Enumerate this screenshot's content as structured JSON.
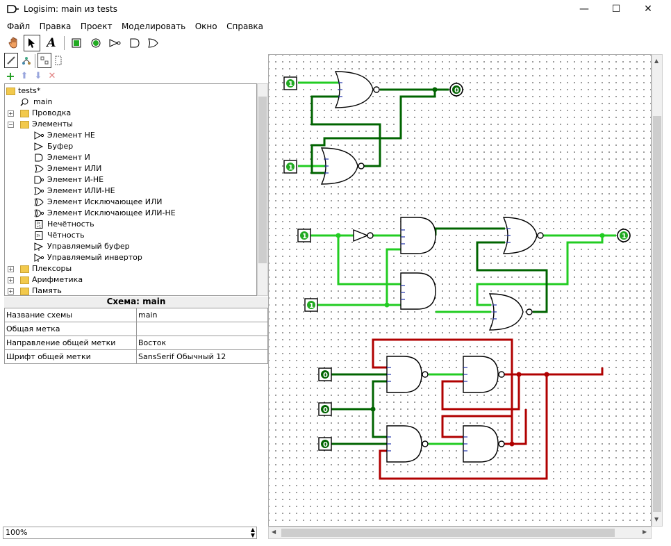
{
  "window": {
    "title": "Logisim: main из tests",
    "minimize_label": "—",
    "maximize_label": "☐",
    "close_label": "✕"
  },
  "menu": [
    "Файл",
    "Правка",
    "Проект",
    "Моделировать",
    "Окно",
    "Справка"
  ],
  "tree": {
    "root": "tests*",
    "items": [
      {
        "label": "main",
        "kind": "circuit"
      },
      {
        "label": "Проводка",
        "kind": "folder"
      },
      {
        "label": "Элементы",
        "kind": "folder"
      },
      {
        "label": "Элемент НЕ",
        "kind": "not"
      },
      {
        "label": "Буфер",
        "kind": "buffer"
      },
      {
        "label": "Элемент И",
        "kind": "and"
      },
      {
        "label": "Элемент ИЛИ",
        "kind": "or"
      },
      {
        "label": "Элемент И-НЕ",
        "kind": "nand"
      },
      {
        "label": "Элемент ИЛИ-НЕ",
        "kind": "nor"
      },
      {
        "label": "Элемент Исключающее ИЛИ",
        "kind": "xor"
      },
      {
        "label": "Элемент Исключающее ИЛИ-НЕ",
        "kind": "xnor"
      },
      {
        "label": "Нечётность",
        "kind": "parity"
      },
      {
        "label": "Чётность",
        "kind": "parity"
      },
      {
        "label": "Управляемый буфер",
        "kind": "buffer"
      },
      {
        "label": "Управляемый инвертор",
        "kind": "not"
      },
      {
        "label": "Плексоры",
        "kind": "folder"
      },
      {
        "label": "Арифметика",
        "kind": "folder"
      },
      {
        "label": "Память",
        "kind": "folder"
      }
    ]
  },
  "properties": {
    "title": "Схема: main",
    "rows": [
      {
        "name": "Название схемы",
        "value": "main"
      },
      {
        "name": "Общая метка",
        "value": ""
      },
      {
        "name": "Направление общей метки",
        "value": "Восток"
      },
      {
        "name": "Шрифт общей метки",
        "value": "SansSerif Обычный 12"
      }
    ]
  },
  "zoom": "100%",
  "colors": {
    "wire_on": "#22cc22",
    "wire_dark": "#006400",
    "wire_error": "#b00000",
    "grid_dot": "#5a5a5a"
  },
  "pins": {
    "top_in1": "1",
    "top_in2": "1",
    "top_out": "0",
    "mid_in1": "1",
    "mid_in2": "1",
    "mid_out": "1",
    "bot_in1": "0",
    "bot_in2": "0",
    "bot_in3": "0"
  }
}
